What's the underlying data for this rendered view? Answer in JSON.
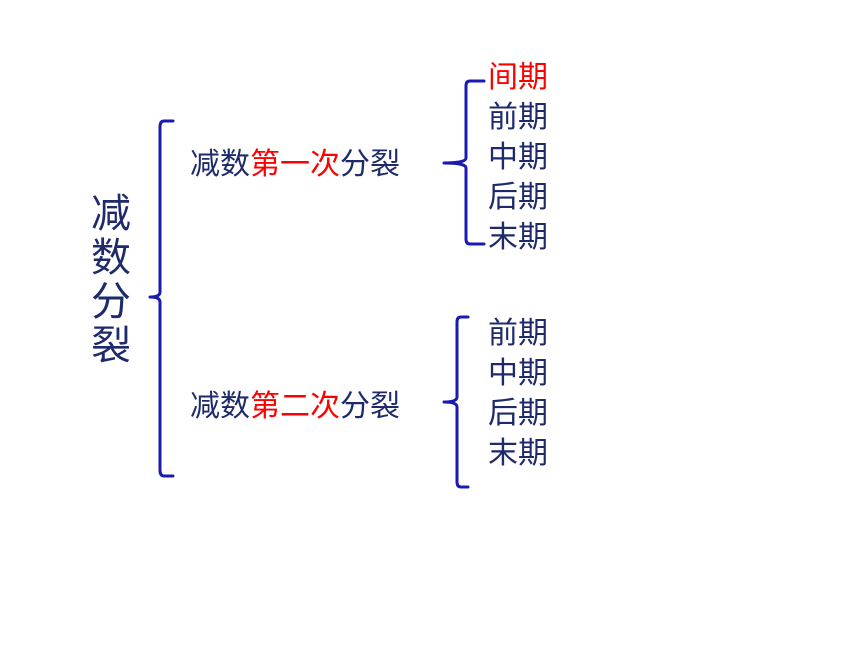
{
  "root": {
    "chars": [
      "减",
      "数",
      "分",
      "裂"
    ]
  },
  "branches": [
    {
      "prefix": "减数",
      "highlight": "第一次",
      "suffix": "分裂",
      "stages": [
        "间期",
        "前期",
        "中期",
        "后期",
        "末期"
      ],
      "highlighted_stage_index": 0
    },
    {
      "prefix": "减数",
      "highlight": "第二次",
      "suffix": "分裂",
      "stages": [
        "前期",
        "中期",
        "后期",
        "末期"
      ]
    }
  ],
  "colors": {
    "text": "#1f2a6b",
    "highlight": "#ff0000",
    "bracket": "#1a1ab0",
    "background": "#ffffff"
  }
}
